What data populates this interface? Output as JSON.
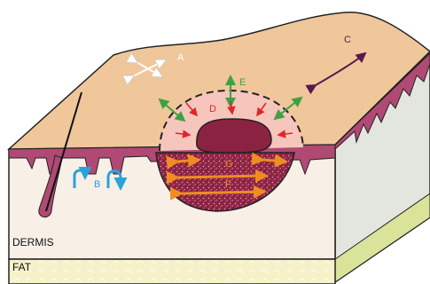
{
  "labels": {
    "a": "A",
    "b": "B",
    "c": "C",
    "d": "D",
    "e": "E",
    "f": "F",
    "g": "G"
  },
  "layers": {
    "dermis": "DERMIS",
    "fat": "FAT"
  },
  "colors": {
    "skin_surface": "#f0c79a",
    "epidermis": "#b04a74",
    "dermis": "#f8efe6",
    "fat": "#f6f1c8",
    "side_face": "#e3e6df",
    "side_fat": "#d9e39a",
    "lesion": "#8c2242",
    "halo": "#f6c6bc",
    "arrow_a": "#ffffff",
    "arrow_b": "#2aa2dc",
    "arrow_c": "#5b1750",
    "arrow_d": "#e2252b",
    "arrow_e": "#3fa142",
    "arrow_fg": "#ef8d22"
  },
  "icons": {
    "hair": "hair-follicle-icon",
    "lesion": "tumor-nodule-icon"
  }
}
